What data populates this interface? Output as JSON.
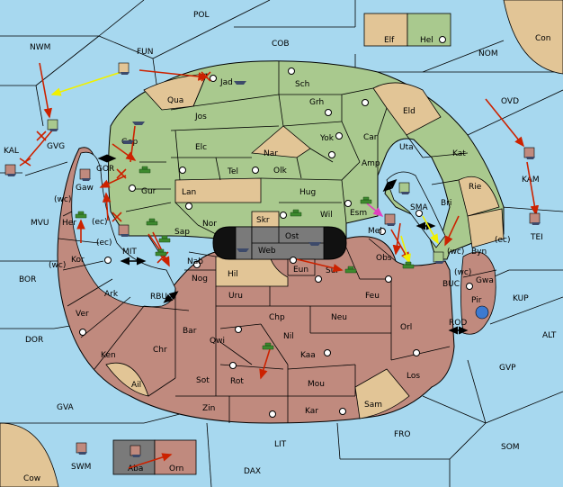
{
  "colors": {
    "water": "#a7d8ef",
    "green": "#a9c98e",
    "red": "#c08a7e",
    "tan": "#e2c596",
    "gray": "#7a7a7a",
    "border": "#000000",
    "order_red": "#cc2200",
    "order_yellow": "#f0f000",
    "order_magenta": "#e040c0",
    "army_green": "#3d8a2e",
    "fleet_blue": "#3d4a6a"
  },
  "icons": {
    "army": "tank-icon",
    "fleet": "ship-icon",
    "supply_center": "supply-center-icon"
  },
  "sea_zones": [
    {
      "name": "POL"
    },
    {
      "name": "COB"
    },
    {
      "name": "NWM"
    },
    {
      "name": "FUN"
    },
    {
      "name": "NOM"
    },
    {
      "name": "OVD"
    },
    {
      "name": "KAL"
    },
    {
      "name": "KAM"
    },
    {
      "name": "MVU"
    },
    {
      "name": "BOR"
    },
    {
      "name": "DOR"
    },
    {
      "name": "GVA"
    },
    {
      "name": "LIT"
    },
    {
      "name": "DAX"
    },
    {
      "name": "SWM"
    },
    {
      "name": "FRO"
    },
    {
      "name": "SOM"
    },
    {
      "name": "GVP"
    },
    {
      "name": "ALT"
    },
    {
      "name": "KUP"
    },
    {
      "name": "BUC"
    },
    {
      "name": "ROD"
    },
    {
      "name": "MIT"
    },
    {
      "name": "RBU"
    },
    {
      "name": "SMA"
    },
    {
      "name": "GOR"
    },
    {
      "name": "Con"
    },
    {
      "name": "Cow"
    },
    {
      "name": "TEI"
    },
    {
      "name": "GVG"
    }
  ],
  "provinces": [
    {
      "name": "Elf"
    },
    {
      "name": "Hel"
    },
    {
      "name": "Jad"
    },
    {
      "name": "Sch"
    },
    {
      "name": "Qua"
    },
    {
      "name": "Jos"
    },
    {
      "name": "Grh"
    },
    {
      "name": "Eld"
    },
    {
      "name": "Gap"
    },
    {
      "name": "Yok"
    },
    {
      "name": "Car"
    },
    {
      "name": "Uta"
    },
    {
      "name": "Kat"
    },
    {
      "name": "Elc"
    },
    {
      "name": "Nar"
    },
    {
      "name": "Tel"
    },
    {
      "name": "Olk"
    },
    {
      "name": "Amp"
    },
    {
      "name": "Gur"
    },
    {
      "name": "Lan"
    },
    {
      "name": "Hug"
    },
    {
      "name": "Rie"
    },
    {
      "name": "Gaw"
    },
    {
      "name": "Esm"
    },
    {
      "name": "Nor"
    },
    {
      "name": "Wil"
    },
    {
      "name": "Bri"
    },
    {
      "name": "Her"
    },
    {
      "name": "Sap"
    },
    {
      "name": "Skr"
    },
    {
      "name": "Ost"
    },
    {
      "name": "Mel"
    },
    {
      "name": "Byn"
    },
    {
      "name": "Web"
    },
    {
      "name": "Kor"
    },
    {
      "name": "Nab"
    },
    {
      "name": "Obs"
    },
    {
      "name": "Eun"
    },
    {
      "name": "Sur"
    },
    {
      "name": "Hil"
    },
    {
      "name": "Gwa"
    },
    {
      "name": "Nog"
    },
    {
      "name": "Ark"
    },
    {
      "name": "Uru"
    },
    {
      "name": "Feu"
    },
    {
      "name": "Pir"
    },
    {
      "name": "Ver"
    },
    {
      "name": "Chp"
    },
    {
      "name": "Neu"
    },
    {
      "name": "Orl"
    },
    {
      "name": "Bar"
    },
    {
      "name": "Qwi"
    },
    {
      "name": "Nil"
    },
    {
      "name": "Ken"
    },
    {
      "name": "Chr"
    },
    {
      "name": "Kaa"
    },
    {
      "name": "Ail"
    },
    {
      "name": "Sot"
    },
    {
      "name": "Rot"
    },
    {
      "name": "Mou"
    },
    {
      "name": "Los"
    },
    {
      "name": "Zin"
    },
    {
      "name": "Kar"
    },
    {
      "name": "Sam"
    },
    {
      "name": "Aba"
    },
    {
      "name": "Orn"
    }
  ],
  "coast_markers": [
    "(wc)",
    "(wc)",
    "(ec)",
    "(ec)",
    "(wc)",
    "(wc)",
    "(ec)"
  ]
}
